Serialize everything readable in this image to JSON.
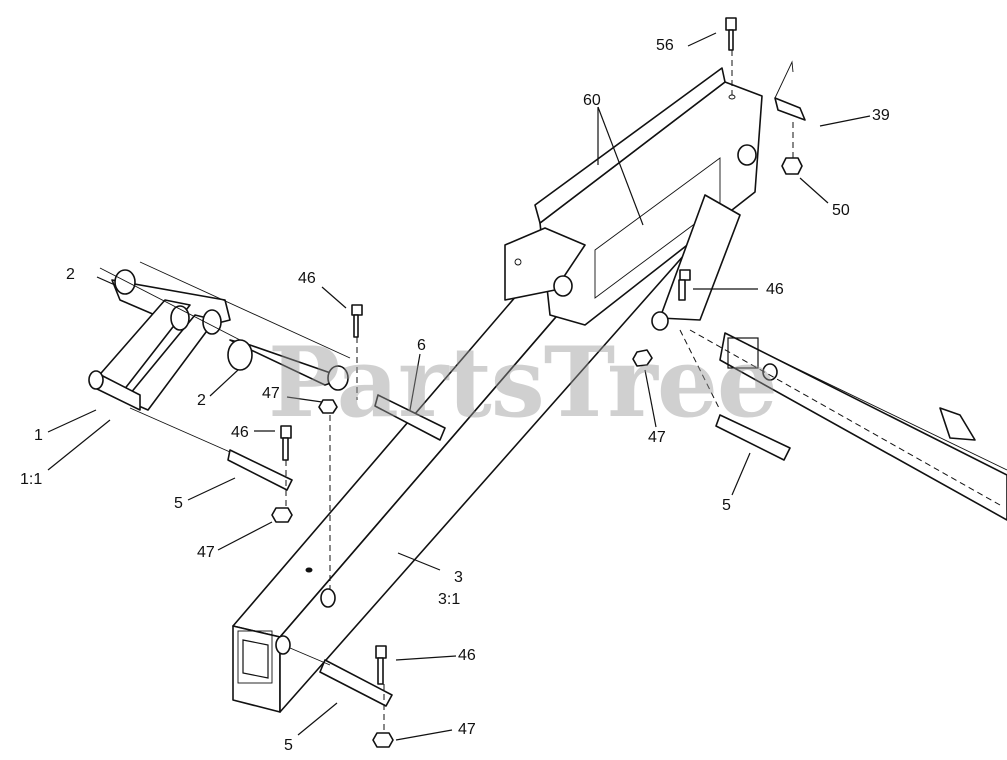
{
  "watermark": "PartsTree",
  "callouts": [
    {
      "id": "56",
      "text": "56"
    },
    {
      "id": "60",
      "text": "60"
    },
    {
      "id": "39",
      "text": "39"
    },
    {
      "id": "50",
      "text": "50"
    },
    {
      "id": "46a",
      "text": "46"
    },
    {
      "id": "2a",
      "text": "2"
    },
    {
      "id": "46b",
      "text": "46"
    },
    {
      "id": "6",
      "text": "6"
    },
    {
      "id": "2b",
      "text": "2"
    },
    {
      "id": "47a",
      "text": "47"
    },
    {
      "id": "47b",
      "text": "47"
    },
    {
      "id": "1",
      "text": "1"
    },
    {
      "id": "1_1",
      "text": "1:1"
    },
    {
      "id": "46c",
      "text": "46"
    },
    {
      "id": "5a",
      "text": "5"
    },
    {
      "id": "5b",
      "text": "5"
    },
    {
      "id": "47c",
      "text": "47"
    },
    {
      "id": "3",
      "text": "3"
    },
    {
      "id": "3_1",
      "text": "3:1"
    },
    {
      "id": "46d",
      "text": "46"
    },
    {
      "id": "5c",
      "text": "5"
    },
    {
      "id": "47d",
      "text": "47"
    }
  ]
}
